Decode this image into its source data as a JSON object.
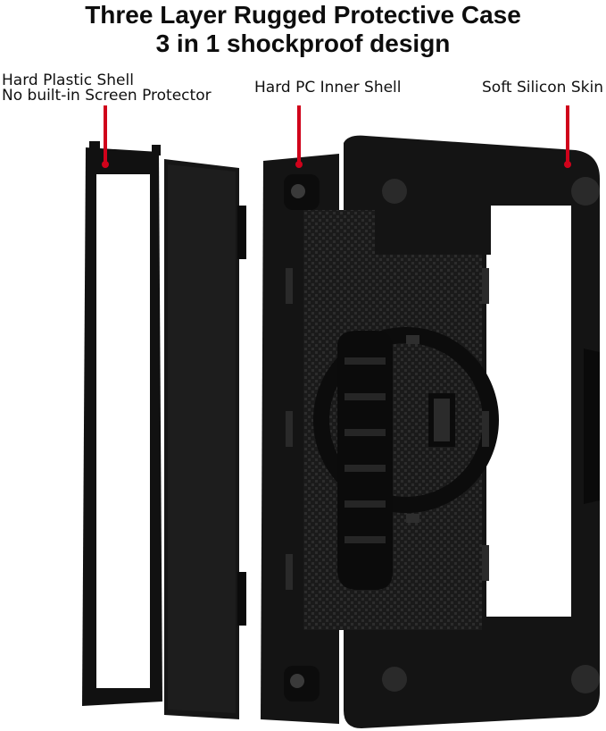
{
  "header": {
    "title_line1": "Three Layer Rugged Protective Case",
    "title_line2": "3 in 1 shockproof design"
  },
  "callouts": {
    "hard_shell_line1": "Hard Plastic Shell",
    "hard_shell_line2": "No built-in Screen Protector",
    "inner_shell": "Hard PC Inner Shell",
    "silicon_skin": "Soft Silicon Skin"
  },
  "colors": {
    "accent_pointer": "#d0021b",
    "case_black": "#111111",
    "background": "#ffffff"
  }
}
